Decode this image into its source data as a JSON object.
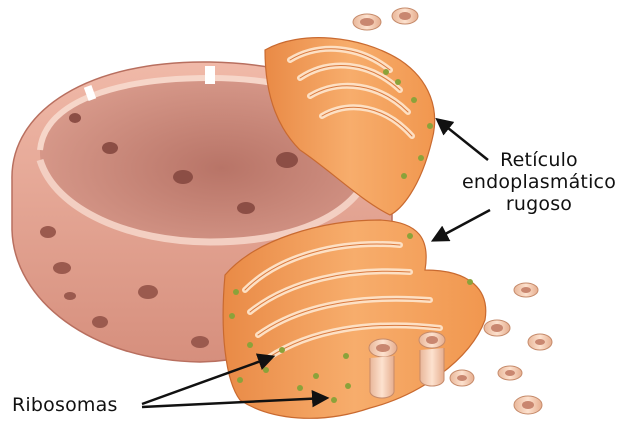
{
  "labels": {
    "reticulum_line1": "Retículo",
    "reticulum_line2": "endoplasmático",
    "reticulum_line3": "rugoso",
    "ribosomes": "Ribosomas"
  },
  "colors": {
    "nucleus_outer": "#e6a896",
    "nucleus_inner": "#c98475",
    "nucleus_rim": "#f3cfc2",
    "pore": "#8c4e45",
    "rer_membrane": "#f3a25f",
    "rer_dark": "#d9793e",
    "rer_light": "#fde0c4",
    "ribosome": "#8ba23a",
    "arrow": "#111111"
  }
}
